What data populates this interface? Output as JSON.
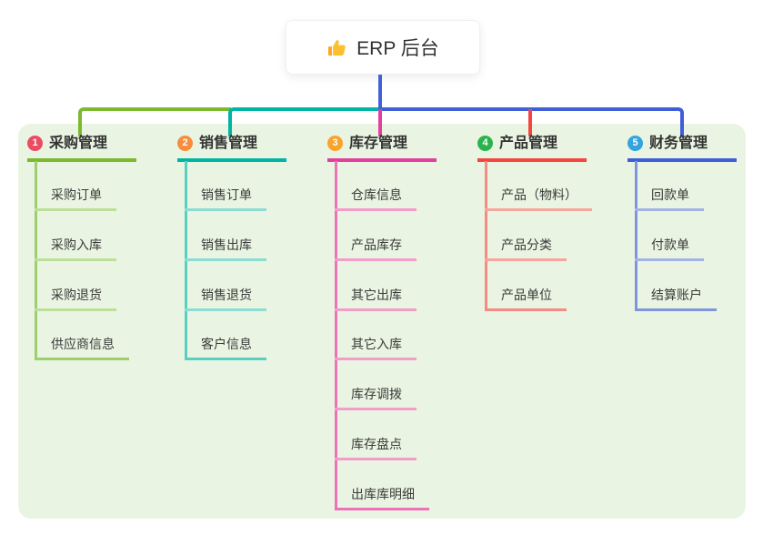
{
  "root": {
    "label": "ERP 后台",
    "icon": "thumbs-up-icon"
  },
  "panel_color": "#e9f5e2",
  "connector": {
    "stem_color": "#4362d8"
  },
  "branches": [
    {
      "badge": "1",
      "label": "采购管理",
      "colors": {
        "badge": "#ea4c62",
        "line": "#7cb92e",
        "light": "#bcdf9a",
        "medium": "#9ccf6d"
      },
      "children": [
        "采购订单",
        "采购入库",
        "采购退货",
        "供应商信息"
      ]
    },
    {
      "badge": "2",
      "label": "销售管理",
      "colors": {
        "badge": "#f78d3f",
        "line": "#00b5a5",
        "light": "#8bdcd2",
        "medium": "#59cfc2"
      },
      "children": [
        "销售订单",
        "销售出库",
        "销售退货",
        "客户信息"
      ]
    },
    {
      "badge": "3",
      "label": "库存管理",
      "colors": {
        "badge": "#f8a32c",
        "line": "#e23f9f",
        "light": "#f49cca",
        "medium": "#ee72b7"
      },
      "children": [
        "仓库信息",
        "产品库存",
        "其它出库",
        "其它入库",
        "库存调拨",
        "库存盘点",
        "出库库明细"
      ]
    },
    {
      "badge": "4",
      "label": "产品管理",
      "colors": {
        "badge": "#2cb34f",
        "line": "#f4463f",
        "light": "#f8a59e",
        "medium": "#f68b84"
      },
      "children": [
        "产品（物料）",
        "产品分类",
        "产品单位"
      ]
    },
    {
      "badge": "5",
      "label": "财务管理",
      "colors": {
        "badge": "#35a3dc",
        "line": "#3f5ed7",
        "light": "#a3b3e6",
        "medium": "#7e96de"
      },
      "children": [
        "回款单",
        "付款单",
        "结算账户"
      ]
    }
  ]
}
